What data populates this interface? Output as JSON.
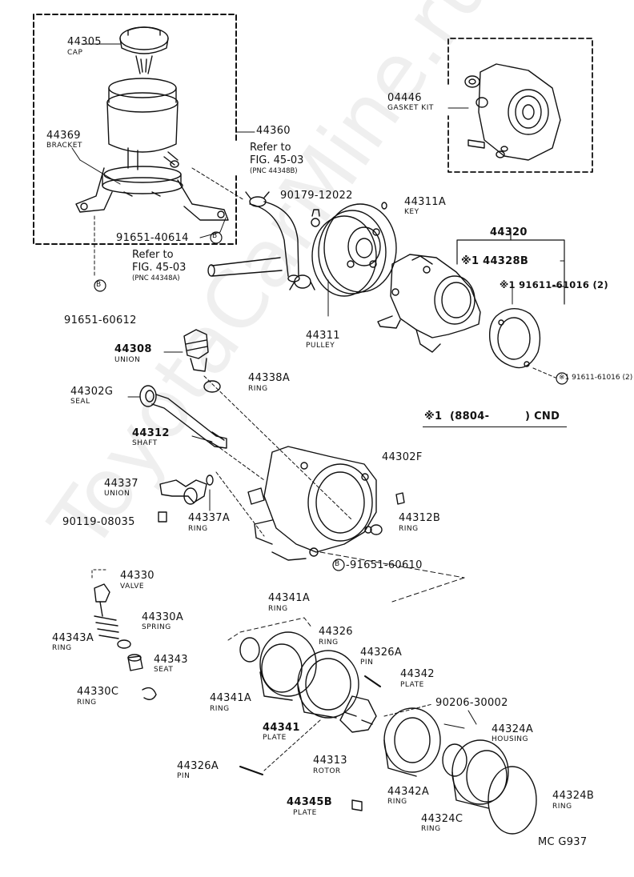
{
  "watermark": "ToyotaCarMine.ru",
  "figure_code": "MC  G937",
  "legend": {
    "mark": "※1",
    "range": "(8804-",
    "suffix": ") CND"
  },
  "refs": [
    {
      "line1": "Refer to",
      "line2": "FIG. 45-03",
      "line3": "(PNC 44348B)"
    },
    {
      "line1": "Refer to",
      "line2": "FIG. 45-03",
      "line3": "(PNC 44348A)"
    }
  ],
  "parts": {
    "p44305": {
      "number": "44305",
      "name": "CAP"
    },
    "p44369": {
      "number": "44369",
      "name": "BRACKET"
    },
    "p44360": {
      "number": "44360"
    },
    "p91651_40614": {
      "number": "91651-40614",
      "mark": "B"
    },
    "p91651_60612": {
      "number": "91651-60612",
      "mark": "B"
    },
    "p04446": {
      "number": "04446",
      "name": "GASKET KIT"
    },
    "p90179": {
      "number": "90179-12022"
    },
    "p44311A": {
      "number": "44311A",
      "name": "KEY"
    },
    "p44320": {
      "number": "44320"
    },
    "p44328B": {
      "number": "※1 44328B"
    },
    "p91611": {
      "number": "※1 91611-61016 (2)"
    },
    "p44311": {
      "number": "44311",
      "name": "PULLEY"
    },
    "p44308": {
      "number": "44308",
      "name": "UNION"
    },
    "p44338A": {
      "number": "44338A",
      "name": "RING"
    },
    "p44302G": {
      "number": "44302G",
      "name": "SEAL"
    },
    "p44312": {
      "number": "44312",
      "name": "SHAFT"
    },
    "p44302F": {
      "number": "44302F"
    },
    "p44337": {
      "number": "44337",
      "name": "UNION"
    },
    "p44312B": {
      "number": "44312B",
      "name": "RING"
    },
    "p90119": {
      "number": "90119-08035"
    },
    "p44337A": {
      "number": "44337A",
      "name": "RING"
    },
    "p91651_60610": {
      "number": "-91651-60610",
      "mark": "B"
    },
    "p44330": {
      "number": "44330",
      "name": "VALVE"
    },
    "p44341A_top": {
      "number": "44341A",
      "name": "RING"
    },
    "p44330A": {
      "number": "44330A",
      "name": "SPRING"
    },
    "p44343A": {
      "number": "44343A",
      "name": "RING"
    },
    "p44326": {
      "number": "44326",
      "name": "RING"
    },
    "p44343": {
      "number": "44343",
      "name": "SEAT"
    },
    "p44326A_pin": {
      "number": "44326A",
      "name": "PIN"
    },
    "p44342": {
      "number": "44342",
      "name": "PLATE"
    },
    "p44330C": {
      "number": "44330C",
      "name": "RING"
    },
    "p44341A_bot": {
      "number": "44341A",
      "name": "RING"
    },
    "p90206": {
      "number": "90206-30002"
    },
    "p44341": {
      "number": "44341",
      "name": "PLATE"
    },
    "p44324A": {
      "number": "44324A",
      "name": "HOUSING"
    },
    "p44313": {
      "number": "44313",
      "name": "ROTOR"
    },
    "p44326A_bot": {
      "number": "44326A",
      "name": "PIN"
    },
    "p44342A": {
      "number": "44342A",
      "name": "RING"
    },
    "p44324B": {
      "number": "44324B",
      "name": "RING"
    },
    "p44345B": {
      "number": "44345B",
      "name": "PLATE"
    },
    "p44324C": {
      "number": "44324C",
      "name": "RING"
    }
  }
}
